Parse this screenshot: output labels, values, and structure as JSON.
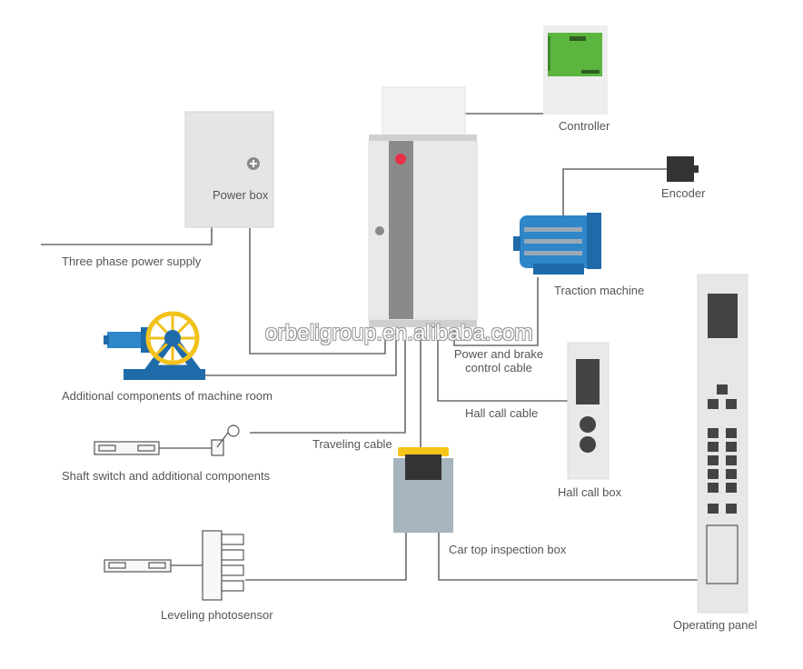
{
  "labels": {
    "controller": "Controller",
    "encoder": "Encoder",
    "power_box": "Power box",
    "three_phase": "Three phase power supply",
    "traction_machine": "Traction machine",
    "power_brake_line1": "Power and brake",
    "power_brake_line2": "control cable",
    "additional_machine_room": "Additional components of machine room",
    "hall_call_cable": "Hall call cable",
    "traveling_cable": "Traveling cable",
    "shaft_switch": "Shaft switch and additional components",
    "hall_call_box": "Hall call box",
    "car_top_inspection": "Car top inspection box",
    "leveling_photosensor": "Leveling photosensor",
    "operating_panel": "Operating panel"
  },
  "watermark": "orbeligroup.en.alibaba.com",
  "colors": {
    "line": "#6a6a6a",
    "cabinet_body": "#e9e9e9",
    "cabinet_strip": "#8a8a8a",
    "indicator_red": "#e8304a",
    "pcb_green": "#5cb53e",
    "motor_blue": "#2f86c9",
    "wheel_yellow": "#f2c21b",
    "inspection_grey": "#a6b4bd",
    "inspection_lid": "#f4c419",
    "dark_block": "#3a3a3a"
  }
}
